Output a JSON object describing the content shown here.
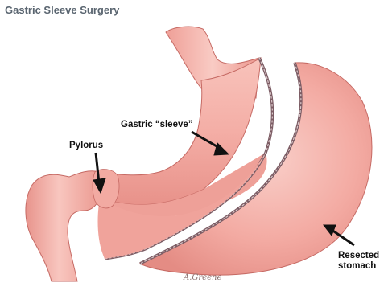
{
  "title": "Gastric Sleeve Surgery",
  "labels": {
    "pylorus": "Pylorus",
    "sleeve": "Gastric “sleeve”",
    "resected_line1": "Resected",
    "resected_line2": "stomach"
  },
  "signature": "A.Greene",
  "colors": {
    "stomach_fill": "#f2a7a0",
    "stomach_outline": "#c66a64",
    "staple_line": "#7c5c64",
    "arrow": "#111111"
  }
}
